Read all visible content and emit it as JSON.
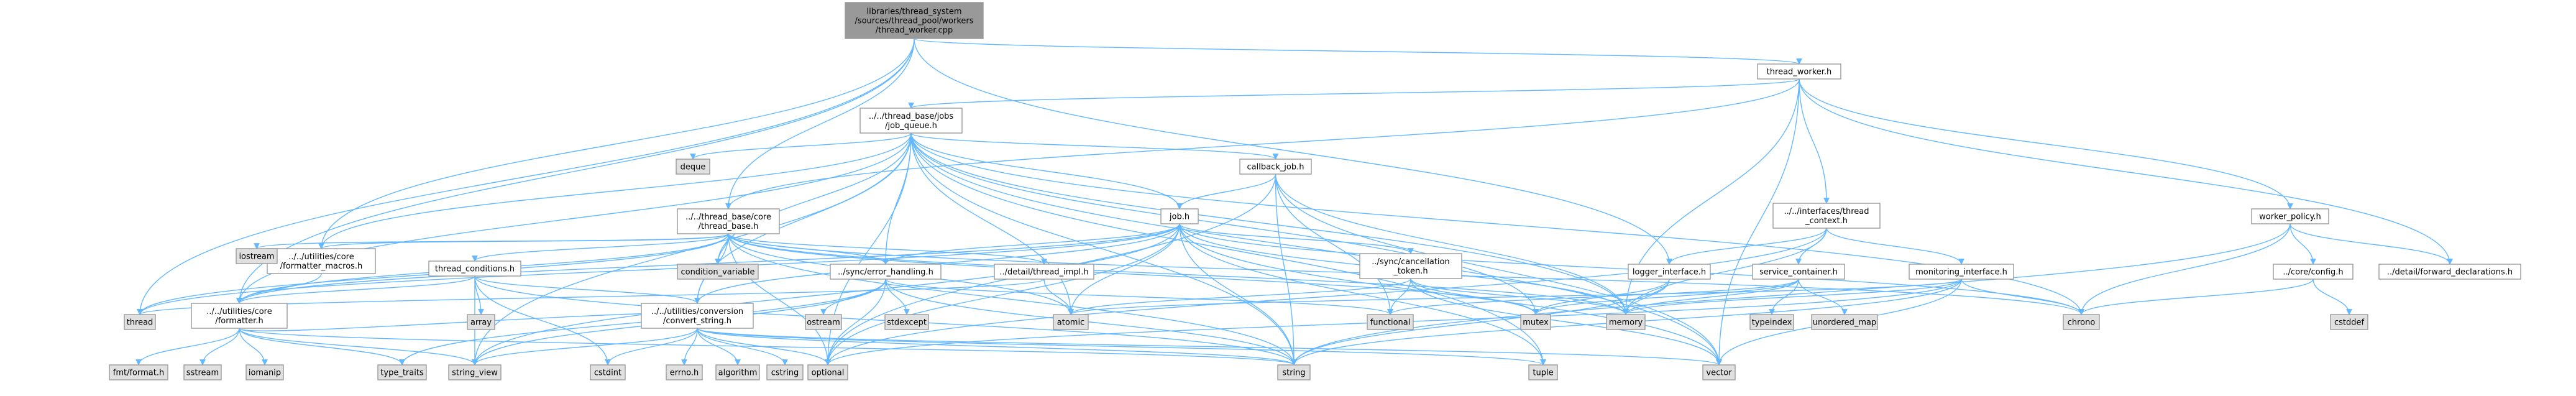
{
  "colors": {
    "root_fill": "#999999",
    "node_fill": "#ffffff",
    "external_fill": "#e0e0e0",
    "border": "#999999",
    "edge": "#63b8ff",
    "text": "#000000"
  },
  "nodes": [
    {
      "id": "root",
      "label": "libraries/thread_system\n/sources/thread_pool/workers\n/thread_worker.cpp",
      "kind": "root"
    },
    {
      "id": "thread_worker_h",
      "label": "thread_worker.h",
      "kind": "file"
    },
    {
      "id": "job_queue_h",
      "label": "../../thread_base/jobs\n/job_queue.h",
      "kind": "file"
    },
    {
      "id": "thread_base_h",
      "label": "../../thread_base/core\n/thread_base.h",
      "kind": "file"
    },
    {
      "id": "callback_job_h",
      "label": "callback_job.h",
      "kind": "file"
    },
    {
      "id": "job_h",
      "label": "job.h",
      "kind": "file"
    },
    {
      "id": "thread_context_h",
      "label": "../../interfaces/thread\n_context.h",
      "kind": "file"
    },
    {
      "id": "worker_policy_h",
      "label": "worker_policy.h",
      "kind": "file"
    },
    {
      "id": "formatter_macros_h",
      "label": "../../utilities/core\n/formatter_macros.h",
      "kind": "file"
    },
    {
      "id": "thread_conditions_h",
      "label": "thread_conditions.h",
      "kind": "file"
    },
    {
      "id": "error_handling_h",
      "label": "../sync/error_handling.h",
      "kind": "file"
    },
    {
      "id": "thread_impl_h",
      "label": "../detail/thread_impl.h",
      "kind": "file"
    },
    {
      "id": "cancellation_token_h",
      "label": "../sync/cancellation\n_token.h",
      "kind": "file"
    },
    {
      "id": "logger_interface_h",
      "label": "logger_interface.h",
      "kind": "file"
    },
    {
      "id": "service_container_h",
      "label": "service_container.h",
      "kind": "file"
    },
    {
      "id": "monitoring_interface_h",
      "label": "monitoring_interface.h",
      "kind": "file"
    },
    {
      "id": "config_h",
      "label": "../core/config.h",
      "kind": "file"
    },
    {
      "id": "forward_declarations_h",
      "label": "../detail/forward_declarations.h",
      "kind": "file"
    },
    {
      "id": "formatter_h",
      "label": "../../utilities/core\n/formatter.h",
      "kind": "file"
    },
    {
      "id": "convert_string_h",
      "label": "../../utilities/conversion\n/convert_string.h",
      "kind": "file"
    },
    {
      "id": "deque",
      "label": "deque",
      "kind": "system"
    },
    {
      "id": "iostream",
      "label": "iostream",
      "kind": "system"
    },
    {
      "id": "condition_variable",
      "label": "condition_variable",
      "kind": "system"
    },
    {
      "id": "thread",
      "label": "thread",
      "kind": "system"
    },
    {
      "id": "array",
      "label": "array",
      "kind": "system"
    },
    {
      "id": "ostream",
      "label": "ostream",
      "kind": "system"
    },
    {
      "id": "stdexcept",
      "label": "stdexcept",
      "kind": "system"
    },
    {
      "id": "atomic",
      "label": "atomic",
      "kind": "system"
    },
    {
      "id": "functional",
      "label": "functional",
      "kind": "system"
    },
    {
      "id": "mutex",
      "label": "mutex",
      "kind": "system"
    },
    {
      "id": "memory",
      "label": "memory",
      "kind": "system"
    },
    {
      "id": "typeindex",
      "label": "typeindex",
      "kind": "system"
    },
    {
      "id": "unordered_map",
      "label": "unordered_map",
      "kind": "system"
    },
    {
      "id": "chrono",
      "label": "chrono",
      "kind": "system"
    },
    {
      "id": "cstddef",
      "label": "cstddef",
      "kind": "system"
    },
    {
      "id": "fmt_format_h",
      "label": "fmt/format.h",
      "kind": "system"
    },
    {
      "id": "sstream",
      "label": "sstream",
      "kind": "system"
    },
    {
      "id": "iomanip",
      "label": "iomanip",
      "kind": "system"
    },
    {
      "id": "type_traits",
      "label": "type_traits",
      "kind": "system"
    },
    {
      "id": "string_view",
      "label": "string_view",
      "kind": "system"
    },
    {
      "id": "cstdint",
      "label": "cstdint",
      "kind": "system"
    },
    {
      "id": "errno_h",
      "label": "errno.h",
      "kind": "system"
    },
    {
      "id": "algorithm",
      "label": "algorithm",
      "kind": "system"
    },
    {
      "id": "cstring",
      "label": "cstring",
      "kind": "system"
    },
    {
      "id": "optional",
      "label": "optional",
      "kind": "system"
    },
    {
      "id": "string",
      "label": "string",
      "kind": "system"
    },
    {
      "id": "tuple",
      "label": "tuple",
      "kind": "system"
    },
    {
      "id": "vector",
      "label": "vector",
      "kind": "system"
    }
  ],
  "edges": [
    [
      "root",
      "thread_worker_h"
    ],
    [
      "root",
      "thread_base_h"
    ],
    [
      "root",
      "formatter_h"
    ],
    [
      "root",
      "formatter_macros_h"
    ],
    [
      "root",
      "logger_interface_h"
    ],
    [
      "root",
      "thread"
    ],
    [
      "thread_worker_h",
      "job_queue_h"
    ],
    [
      "thread_worker_h",
      "thread_base_h"
    ],
    [
      "thread_worker_h",
      "thread_context_h"
    ],
    [
      "thread_worker_h",
      "worker_policy_h"
    ],
    [
      "thread_worker_h",
      "forward_declarations_h"
    ],
    [
      "thread_worker_h",
      "memory"
    ],
    [
      "thread_worker_h",
      "vector"
    ],
    [
      "job_queue_h",
      "callback_job_h"
    ],
    [
      "job_queue_h",
      "job_h"
    ],
    [
      "job_queue_h",
      "deque"
    ],
    [
      "job_queue_h",
      "condition_variable"
    ],
    [
      "job_queue_h",
      "error_handling_h"
    ],
    [
      "job_queue_h",
      "formatter_h"
    ],
    [
      "job_queue_h",
      "formatter_macros_h"
    ],
    [
      "job_queue_h",
      "convert_string_h"
    ],
    [
      "job_queue_h",
      "atomic"
    ],
    [
      "job_queue_h",
      "mutex"
    ],
    [
      "job_queue_h",
      "memory"
    ],
    [
      "job_queue_h",
      "optional"
    ],
    [
      "job_queue_h",
      "string"
    ],
    [
      "job_queue_h",
      "string_view"
    ],
    [
      "job_queue_h",
      "tuple"
    ],
    [
      "job_queue_h",
      "vector"
    ],
    [
      "job_queue_h",
      "chrono"
    ],
    [
      "callback_job_h",
      "job_h"
    ],
    [
      "callback_job_h",
      "functional"
    ],
    [
      "callback_job_h",
      "memory"
    ],
    [
      "callback_job_h",
      "optional"
    ],
    [
      "callback_job_h",
      "string"
    ],
    [
      "callback_job_h",
      "vector"
    ],
    [
      "job_h",
      "error_handling_h"
    ],
    [
      "job_h",
      "cancellation_token_h"
    ],
    [
      "job_h",
      "formatter_h"
    ],
    [
      "job_h",
      "convert_string_h"
    ],
    [
      "job_h",
      "atomic"
    ],
    [
      "job_h",
      "chrono"
    ],
    [
      "job_h",
      "memory"
    ],
    [
      "job_h",
      "optional"
    ],
    [
      "job_h",
      "string"
    ],
    [
      "job_h",
      "string_view"
    ],
    [
      "job_h",
      "thread"
    ],
    [
      "job_h",
      "tuple"
    ],
    [
      "job_h",
      "vector"
    ],
    [
      "thread_base_h",
      "thread_conditions_h"
    ],
    [
      "thread_base_h",
      "error_handling_h"
    ],
    [
      "thread_base_h",
      "thread_impl_h"
    ],
    [
      "thread_base_h",
      "formatter_macros_h"
    ],
    [
      "thread_base_h",
      "formatter_h"
    ],
    [
      "thread_base_h",
      "convert_string_h"
    ],
    [
      "thread_base_h",
      "iostream"
    ],
    [
      "thread_base_h",
      "condition_variable"
    ],
    [
      "thread_base_h",
      "thread"
    ],
    [
      "thread_base_h",
      "atomic"
    ],
    [
      "thread_base_h",
      "memory"
    ],
    [
      "thread_base_h",
      "mutex"
    ],
    [
      "thread_base_h",
      "optional"
    ],
    [
      "thread_base_h",
      "string"
    ],
    [
      "thread_base_h",
      "chrono"
    ],
    [
      "thread_conditions_h",
      "formatter_h"
    ],
    [
      "thread_conditions_h",
      "convert_string_h"
    ],
    [
      "thread_conditions_h",
      "array"
    ],
    [
      "thread_conditions_h",
      "cstdint"
    ],
    [
      "thread_conditions_h",
      "string"
    ],
    [
      "thread_conditions_h",
      "string_view"
    ],
    [
      "error_handling_h",
      "ostream"
    ],
    [
      "error_handling_h",
      "stdexcept"
    ],
    [
      "error_handling_h",
      "optional"
    ],
    [
      "error_handling_h",
      "string"
    ],
    [
      "error_handling_h",
      "string_view"
    ],
    [
      "error_handling_h",
      "functional"
    ],
    [
      "error_handling_h",
      "type_traits"
    ],
    [
      "thread_impl_h",
      "atomic"
    ],
    [
      "thread_impl_h",
      "thread"
    ],
    [
      "cancellation_token_h",
      "atomic"
    ],
    [
      "cancellation_token_h",
      "functional"
    ],
    [
      "cancellation_token_h",
      "memory"
    ],
    [
      "cancellation_token_h",
      "mutex"
    ],
    [
      "cancellation_token_h",
      "vector"
    ],
    [
      "thread_context_h",
      "logger_interface_h"
    ],
    [
      "thread_context_h",
      "monitoring_interface_h"
    ],
    [
      "thread_context_h",
      "service_container_h"
    ],
    [
      "thread_context_h",
      "memory"
    ],
    [
      "thread_context_h",
      "optional"
    ],
    [
      "logger_interface_h",
      "memory"
    ],
    [
      "logger_interface_h",
      "mutex"
    ],
    [
      "logger_interface_h",
      "string"
    ],
    [
      "service_container_h",
      "typeindex"
    ],
    [
      "service_container_h",
      "unordered_map"
    ],
    [
      "service_container_h",
      "functional"
    ],
    [
      "service_container_h",
      "memory"
    ],
    [
      "service_container_h",
      "any"
    ],
    [
      "service_container_h",
      "mutex"
    ],
    [
      "monitoring_interface_h",
      "chrono"
    ],
    [
      "monitoring_interface_h",
      "memory"
    ],
    [
      "monitoring_interface_h",
      "string"
    ],
    [
      "monitoring_interface_h",
      "vector"
    ],
    [
      "monitoring_interface_h",
      "atomic"
    ],
    [
      "monitoring_interface_h",
      "optional"
    ],
    [
      "worker_policy_h",
      "config_h"
    ],
    [
      "worker_policy_h",
      "forward_declarations_h"
    ],
    [
      "worker_policy_h",
      "chrono"
    ],
    [
      "worker_policy_h",
      "string"
    ],
    [
      "config_h",
      "cstddef"
    ],
    [
      "config_h",
      "chrono"
    ],
    [
      "formatter_macros_h",
      "formatter_h"
    ],
    [
      "formatter_h",
      "fmt_format_h"
    ],
    [
      "formatter_h",
      "sstream"
    ],
    [
      "formatter_h",
      "iomanip"
    ],
    [
      "formatter_h",
      "type_traits"
    ],
    [
      "formatter_h",
      "string_view"
    ],
    [
      "formatter_h",
      "convert_string_h"
    ],
    [
      "formatter_h",
      "string"
    ],
    [
      "convert_string_h",
      "errno_h"
    ],
    [
      "convert_string_h",
      "algorithm"
    ],
    [
      "convert_string_h",
      "cstring"
    ],
    [
      "convert_string_h",
      "cstdint"
    ],
    [
      "convert_string_h",
      "optional"
    ],
    [
      "convert_string_h",
      "string"
    ],
    [
      "convert_string_h",
      "string_view"
    ],
    [
      "convert_string_h",
      "tuple"
    ],
    [
      "convert_string_h",
      "vector"
    ]
  ]
}
